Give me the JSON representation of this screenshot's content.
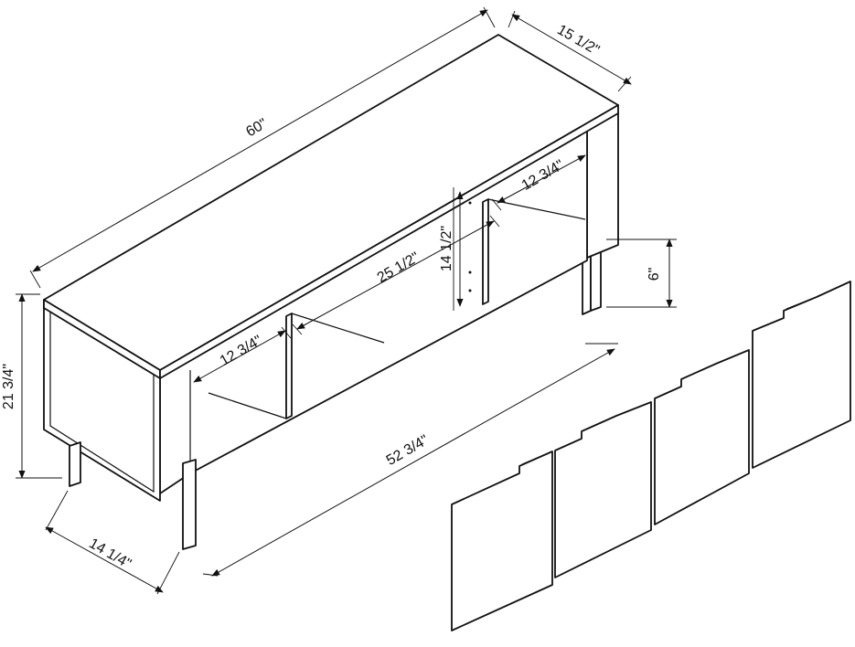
{
  "diagram": {
    "colors": {
      "line": "#111111",
      "background": "#ffffff"
    },
    "dimensions": {
      "overall_width": "60\"",
      "overall_depth": "15 1/2\"",
      "overall_height": "21 3/4\"",
      "base_depth": "14 1/4\"",
      "leg_span": "52 3/4\"",
      "leg_height": "6\"",
      "left_compartment_width": "12 3/4\"",
      "middle_compartment_width": "25 1/2\"",
      "right_compartment_width": "12 3/4\"",
      "compartment_height": "14 1/2\""
    }
  }
}
